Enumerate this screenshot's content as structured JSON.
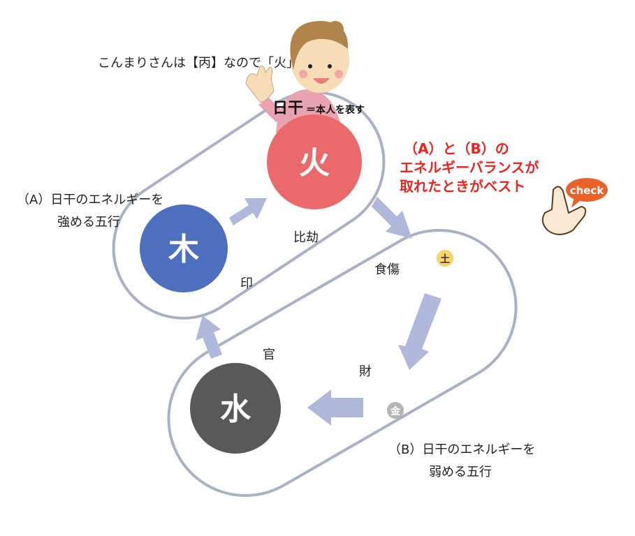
{
  "note": "こんまりさんは【丙】なので「火」",
  "nichikan": {
    "main": "日干",
    "sub": "＝本人を表す"
  },
  "elements": {
    "fire": "火",
    "wood": "木",
    "water": "水",
    "earth": "土",
    "metal": "金"
  },
  "relations": {
    "hikou": "比劫",
    "in": "印",
    "shokushou": "食傷",
    "kan": "官",
    "zai": "財"
  },
  "group_a": {
    "line1": "（A）日干のエネルギーを",
    "line2": "強める五行"
  },
  "group_b": {
    "line1": "（B）日干のエネルギーを",
    "line2": "弱める五行"
  },
  "balance": {
    "line1": "（A）と（B）の",
    "line2": "エネルギーバランスが",
    "line3": "取れたときがベスト"
  },
  "check_badge": "check",
  "colors": {
    "fire": "#ea6a6c",
    "wood": "#4d6fbe",
    "water": "#595959",
    "earth": "#f6d46a",
    "metal": "#b5b5b5",
    "arrow": "#b0b9dc",
    "loop": "#a9b2c4",
    "accent": "#e8251f"
  }
}
